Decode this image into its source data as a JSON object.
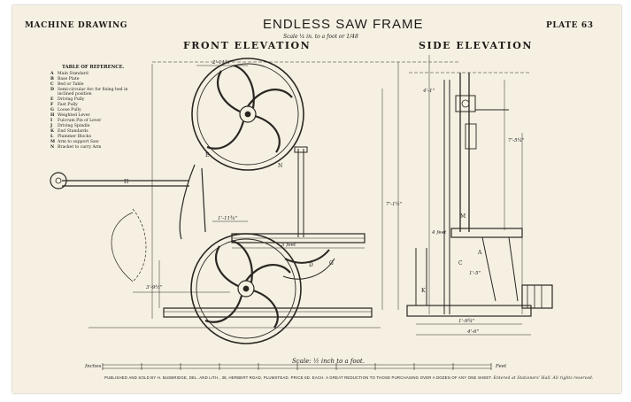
{
  "header": {
    "left": "MACHINE DRAWING",
    "title": "ENDLESS SAW FRAME",
    "scale": "Scale ¼ in. to a foot or 1/48",
    "plate": "PLATE 63"
  },
  "views": {
    "front": "FRONT ELEVATION",
    "side": "SIDE ELEVATION"
  },
  "reference_table": {
    "title": "TABLE OF REFERENCE.",
    "items": [
      {
        "key": "A",
        "text": "Main Standard"
      },
      {
        "key": "B",
        "text": "Base Plate"
      },
      {
        "key": "C",
        "text": "Bed or Table"
      },
      {
        "key": "D",
        "text": "Semi-circular Arc for fixing bed in"
      },
      {
        "key": "",
        "text": "inclined position"
      },
      {
        "key": "E",
        "text": "Driving Pully"
      },
      {
        "key": "F",
        "text": "Fast Pully"
      },
      {
        "key": "G",
        "text": "Loose Pully"
      },
      {
        "key": "H",
        "text": "Weighted Lever"
      },
      {
        "key": "I",
        "text": "Fulcrum Pin of Lever"
      },
      {
        "key": "J",
        "text": "Driving Spindle"
      },
      {
        "key": "K",
        "text": "End Standards"
      },
      {
        "key": "L",
        "text": "Plummer Blocks"
      },
      {
        "key": "M",
        "text": "Arm to support Saw"
      },
      {
        "key": "N",
        "text": "Bracket to carry Arm"
      }
    ]
  },
  "dimensions": {
    "top_width": "2'-11¾\"",
    "left_mid": "1'-11¾\"",
    "table_width": "5 feet",
    "arm_height": "7'-1½\"",
    "lower": "3'-9½\"",
    "side_top": "4'-1\"",
    "side_height": "7'-5¼\"",
    "side_mid": "1'-5\"",
    "base_width": "1'-9¾\"",
    "base_overall": "4'-6\"",
    "side_table": "4 feet"
  },
  "scale_bar": {
    "left_label": "Inches",
    "middle_label": "Scale: ½ inch to a foot.",
    "right_label": "Feet"
  },
  "footer": {
    "text": "PUBLISHED AND SOLD BY H. BUSBRIDGE, DEL. AND LITH., 38, HERBERT ROAD, PLUMSTEAD. PRICE 6D. EACH. A GREAT REDUCTION TO THOSE PURCHASING OVER A DOZEN OF ANY ONE SHEET.",
    "entered": "Entered at Stationers' Hall.",
    "rights": "All rights reserved."
  },
  "colors": {
    "paper": "#f6f0e3",
    "ink": "#1e1b18"
  }
}
